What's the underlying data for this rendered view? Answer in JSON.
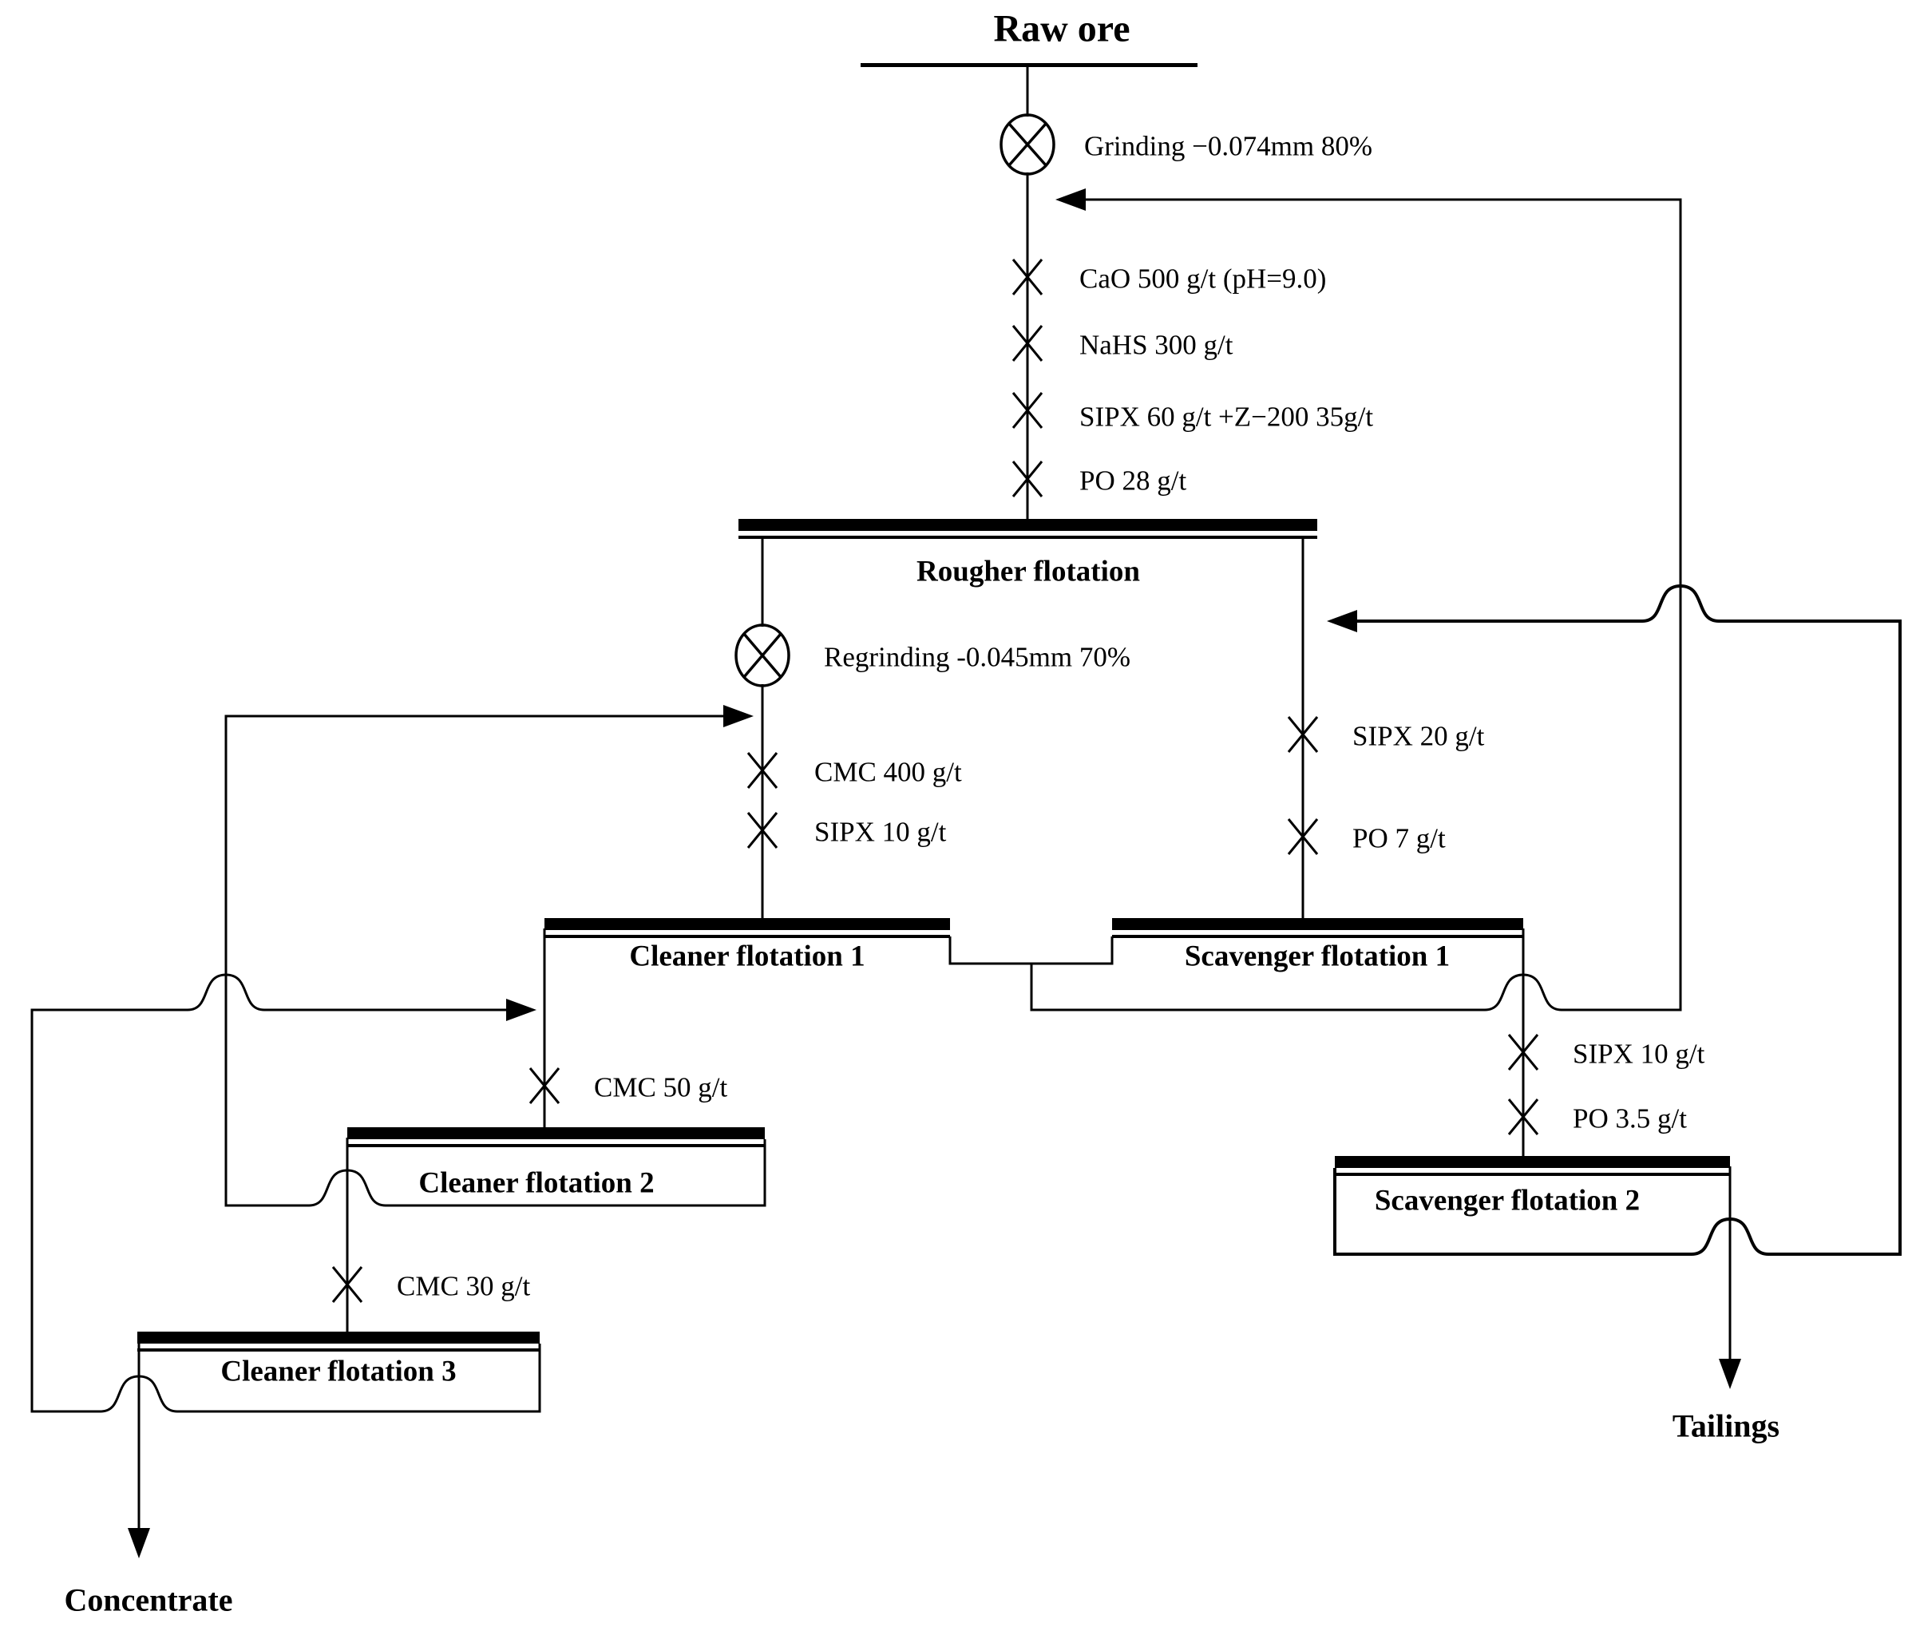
{
  "diagram": {
    "raw_ore": "Raw ore",
    "grinding_label": "Grinding −0.074mm 80%",
    "regrinding_label": "Regrinding -0.045mm 70%",
    "rougher": {
      "label": "Rougher flotation",
      "reagents": [
        "CaO 500 g/t (pH=9.0)",
        "NaHS 300 g/t",
        "SIPX 60 g/t +Z−200 35g/t",
        "PO 28 g/t"
      ]
    },
    "cleaner1": {
      "label": "Cleaner flotation 1",
      "reagents": [
        "CMC 400 g/t",
        "SIPX 10 g/t"
      ]
    },
    "scavenger1": {
      "label": "Scavenger flotation 1",
      "reagents": [
        "SIPX 20 g/t",
        "PO 7 g/t"
      ]
    },
    "cleaner2": {
      "label": "Cleaner flotation 2",
      "reagents": [
        "CMC 50 g/t"
      ]
    },
    "cleaner3": {
      "label": "Cleaner flotation 3",
      "reagents": [
        "CMC 30 g/t"
      ]
    },
    "scavenger2": {
      "label": "Scavenger flotation 2",
      "reagents": [
        "SIPX 10 g/t",
        "PO 3.5 g/t"
      ]
    },
    "concentrate": "Concentrate",
    "tailings": "Tailings",
    "icons": {
      "grinding": "circle-with-x",
      "reagent_addition": "x-mark",
      "stream": "arrow"
    },
    "colors": {
      "ink": "#000000",
      "background": "#ffffff"
    }
  }
}
